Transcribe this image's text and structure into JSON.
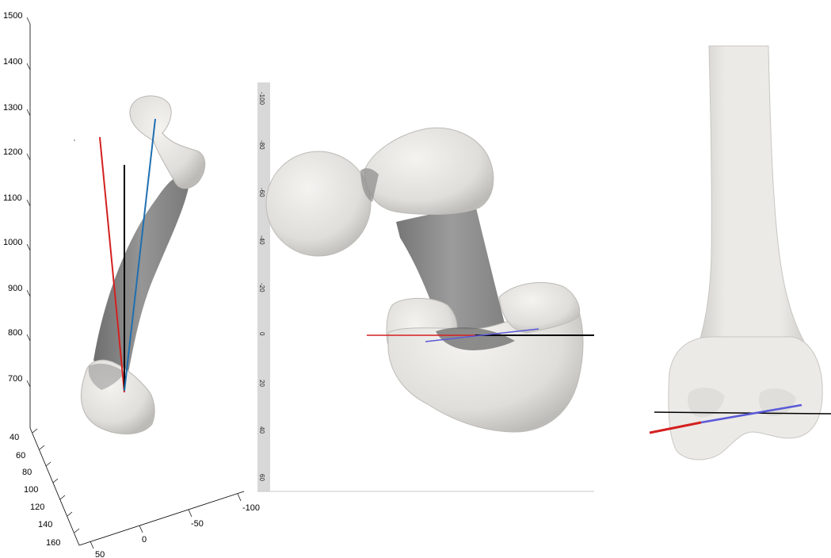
{
  "figure": {
    "panels": [
      {
        "name": "3d-axis-view",
        "z_ticks": [
          "1500",
          "1400",
          "1300",
          "1200",
          "1100",
          "1000",
          "900",
          "800",
          "700"
        ],
        "y_ticks": [
          "40",
          "60",
          "80",
          "100",
          "120",
          "140",
          "160"
        ],
        "x_ticks": [
          "50",
          "0",
          "-50",
          "-100"
        ]
      },
      {
        "name": "proximal-femur-view",
        "side_ticks": [
          "-100",
          "-80",
          "-60",
          "-40",
          "-20",
          "0",
          "20",
          "40",
          "60"
        ]
      },
      {
        "name": "distal-femur-view"
      }
    ],
    "colors": {
      "axis_red": "#d42020",
      "axis_black": "#000000",
      "axis_blue": "#1f6fb0",
      "axis_purple": "#5a5ad8",
      "bone_light": "#eceae6",
      "bone_dark": "#7a7a7a"
    }
  }
}
